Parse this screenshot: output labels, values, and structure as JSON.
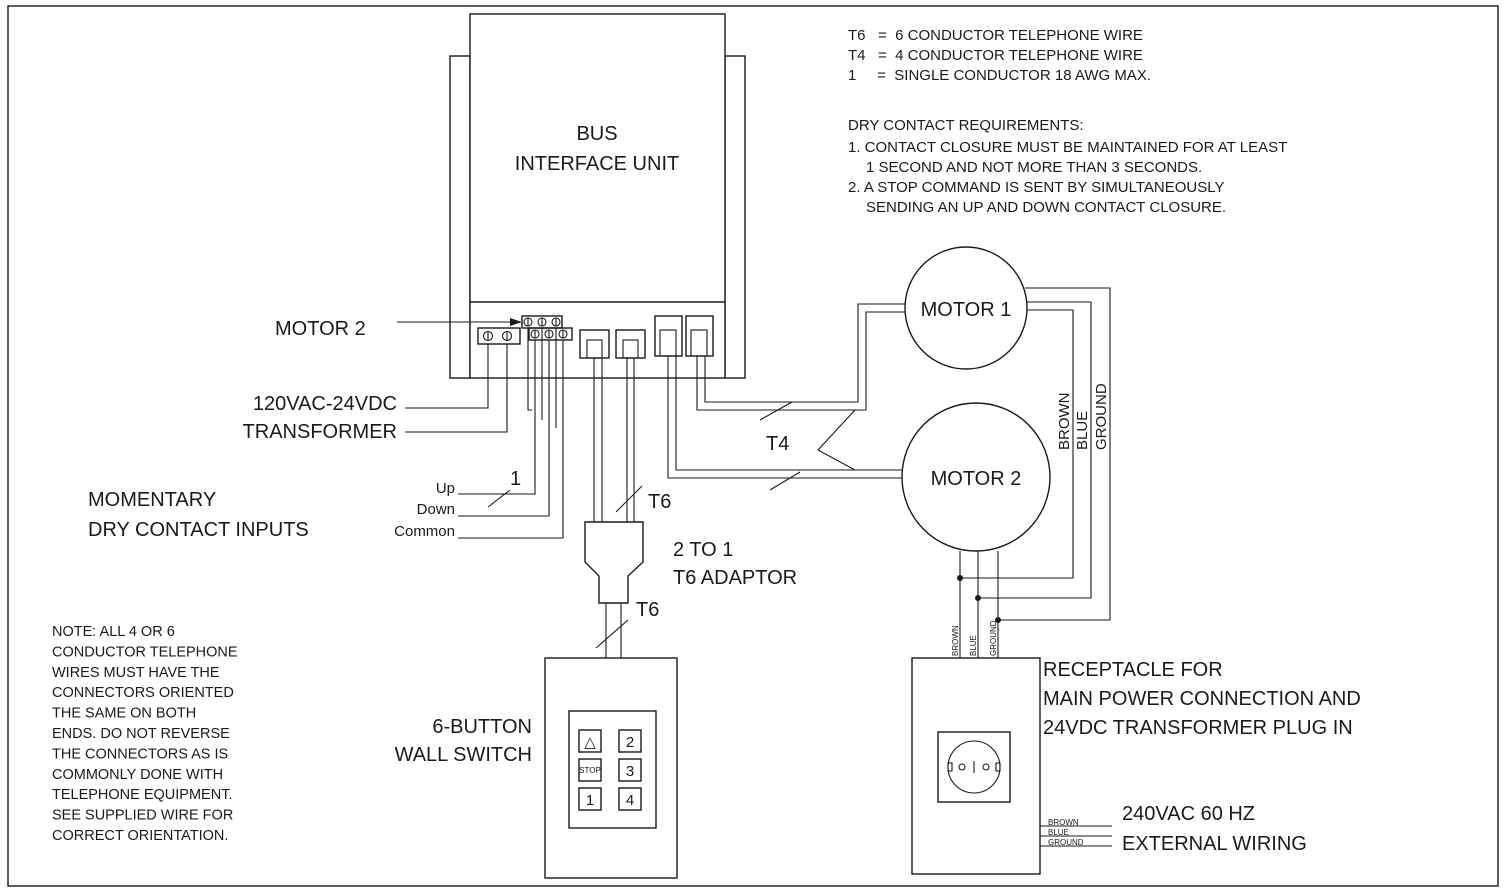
{
  "legend": {
    "lines": [
      "T6   =  6 CONDUCTOR TELEPHONE WIRE",
      "T4   =  4 CONDUCTOR TELEPHONE WIRE",
      "1     =  SINGLE CONDUCTOR 18 AWG MAX."
    ]
  },
  "requirements": {
    "title": "DRY CONTACT REQUIREMENTS:",
    "lines": [
      "1. CONTACT CLOSURE MUST BE MAINTAINED FOR AT LEAST",
      "1 SECOND AND NOT MORE THAN 3 SECONDS.",
      "2. A STOP COMMAND IS SENT BY SIMULTANEOUSLY",
      "SENDING AN UP AND DOWN CONTACT CLOSURE."
    ]
  },
  "bus_unit": {
    "line1": "BUS",
    "line2": "INTERFACE UNIT"
  },
  "labels": {
    "motor2_pointer": "MOTOR 2",
    "transformer_1": "120VAC-24VDC",
    "transformer_2": "TRANSFORMER",
    "momentary_1": "MOMENTARY",
    "momentary_2": "DRY CONTACT INPUTS",
    "up": "Up",
    "down": "Down",
    "common": "Common",
    "single_conductor": "1",
    "t6_upper": "T6",
    "t6_lower": "T6",
    "t4": "T4",
    "adaptor_1": "2 TO 1",
    "adaptor_2": "T6 ADAPTOR",
    "motor1": "MOTOR 1",
    "motor2": "MOTOR 2",
    "brown": "BROWN",
    "blue": "BLUE",
    "ground": "GROUND",
    "switch_1": "6-BUTTON",
    "switch_2": "WALL SWITCH",
    "receptacle_1": "RECEPTACLE FOR",
    "receptacle_2": "MAIN POWER CONNECTION AND",
    "receptacle_3": "24VDC TRANSFORMER PLUG IN",
    "ext_1": "240VAC 60 HZ",
    "ext_2": "EXTERNAL WIRING"
  },
  "switch_buttons": [
    "△",
    "2",
    "STOP",
    "3",
    "1",
    "4"
  ],
  "note": {
    "lines": [
      "NOTE: ALL 4 OR 6",
      "CONDUCTOR TELEPHONE",
      "WIRES MUST HAVE THE",
      "CONNECTORS ORIENTED",
      "THE SAME ON BOTH",
      "ENDS. DO NOT REVERSE",
      "THE CONNECTORS AS IS",
      "COMMONLY DONE WITH",
      "TELEPHONE EQUIPMENT.",
      "SEE SUPPLIED WIRE FOR",
      "CORRECT ORIENTATION."
    ]
  }
}
